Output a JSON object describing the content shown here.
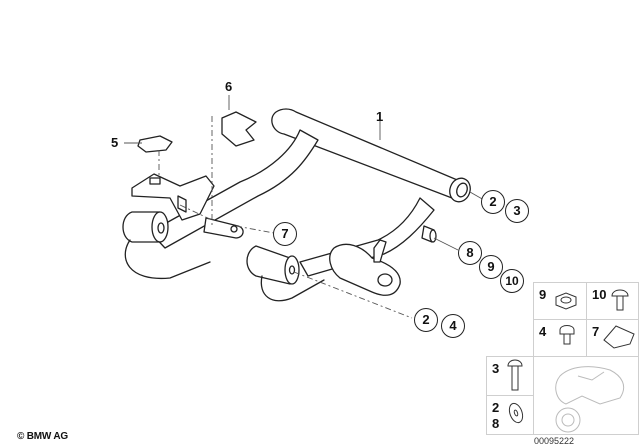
{
  "diagram": {
    "type": "exploded parts diagram",
    "subject": "Frame tube assembly with mounting hardware",
    "callouts": [
      {
        "id": "1",
        "style": "plain"
      },
      {
        "id": "5",
        "style": "plain"
      },
      {
        "id": "6",
        "style": "plain"
      },
      {
        "id": "2",
        "style": "circled",
        "group": "top-right"
      },
      {
        "id": "3",
        "style": "circled",
        "group": "top-right"
      },
      {
        "id": "7",
        "style": "circled"
      },
      {
        "id": "8",
        "style": "circled",
        "group": "middle-right"
      },
      {
        "id": "9",
        "style": "circled",
        "group": "middle-right"
      },
      {
        "id": "10",
        "style": "circled",
        "group": "middle-right"
      },
      {
        "id": "2",
        "style": "circled",
        "group": "bottom"
      },
      {
        "id": "4",
        "style": "circled",
        "group": "bottom"
      }
    ],
    "labels": {
      "l1": "1",
      "l5": "5",
      "l6": "6",
      "c2a": "2",
      "c3": "3",
      "c7": "7",
      "c8": "8",
      "c9": "9",
      "c10": "10",
      "c2b": "2",
      "c4": "4"
    }
  },
  "legend_grid": {
    "cells": [
      {
        "numbers": "9",
        "part": "hex nut"
      },
      {
        "numbers": "10",
        "part": "expansion rivet"
      },
      {
        "numbers": "4",
        "part": "bolt short"
      },
      {
        "numbers": "7",
        "part": "spring clip nut"
      },
      {
        "numbers": "3",
        "part": "bolt long"
      },
      {
        "numbers": "2 8",
        "part": "washer"
      }
    ],
    "n9": "9",
    "n10": "10",
    "n4": "4",
    "n7": "7",
    "n3": "3",
    "n2": "2",
    "n8": "8",
    "thumbnail": "motorcycle outline"
  },
  "footer": {
    "copyright": "© BMW AG",
    "diagram_code": "00095222"
  }
}
